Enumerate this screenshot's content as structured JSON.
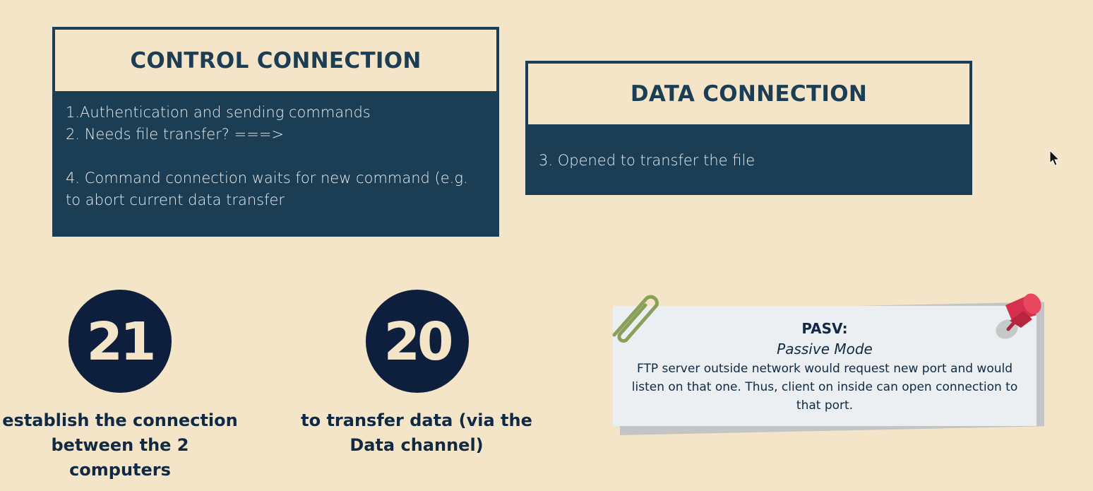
{
  "control_connection": {
    "title": "CONTROL CONNECTION",
    "lines": {
      "l1": "1.Authentication and sending commands",
      "l2": "2. Needs file transfer? ===>",
      "l3": "4. Command connection waits for new command (e.g. to abort current data transfer"
    }
  },
  "data_connection": {
    "title": "DATA CONNECTION",
    "lines": {
      "l1": "3. Opened to transfer the file"
    }
  },
  "ports": {
    "control": {
      "number": "21",
      "caption": "establish the connection between the 2 computers"
    },
    "data": {
      "number": "20",
      "caption": "to transfer data (via the Data channel)"
    }
  },
  "note": {
    "title": "PASV:",
    "subtitle": "Passive Mode",
    "text": "FTP server outside network would request new port and would listen on that one. Thus, client on inside can open connection to that port."
  },
  "colors": {
    "background": "#f5e5c8",
    "box": "#1b3e55",
    "circle": "#0d1f3c",
    "note": "#ebeff1",
    "pin": "#d6304e",
    "clip": "#8aa05a"
  },
  "icons": {
    "paperclip": "paperclip-icon",
    "pushpin": "pushpin-icon",
    "cursor": "mouse-cursor-icon"
  }
}
